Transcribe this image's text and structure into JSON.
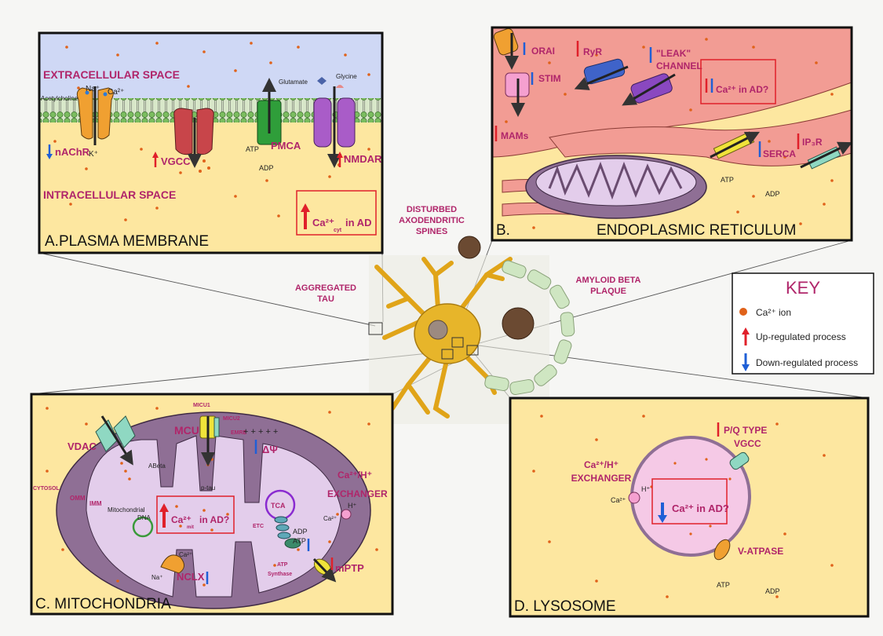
{
  "panels": {
    "a": {
      "title": "A.PLASMA MEMBRANE",
      "extracellular": "EXTRACELLULAR SPACE",
      "intracellular": "INTRACELLULAR SPACE",
      "na": "Na⁺",
      "ca": "Ca²⁺",
      "acetylcholine": "Acetylcholine",
      "k": "K⁺",
      "nachr": "nAChR",
      "vgcc": "VGCC",
      "pmca": "PMCA",
      "atp": "ATP",
      "adp": "ADP",
      "glutamate": "Glutamate",
      "glycine": "Glycine",
      "nmdar": "NMDAR",
      "box_ca": "Ca²⁺",
      "box_sub": "cyt",
      "box_rest": "in AD"
    },
    "b": {
      "title": "ENDOPLASMIC RETICULUM",
      "letter": "B.",
      "orai": "ORAI",
      "stim": "STIM",
      "ryr": "RyR",
      "leak1": "\"LEAK\"",
      "leak2": "CHANNEL",
      "box": "Ca²⁺ in AD?",
      "mams": "MAMs",
      "serca": "SERCA",
      "ip3r": "IP₃R",
      "atp": "ATP",
      "adp": "ADP"
    },
    "c": {
      "title": "C. MITOCHONDRIA",
      "vdac": "VDAC",
      "micu1": "MICU1",
      "micu2": "MICU2",
      "mcu": "MCU",
      "emre": "EMRE",
      "dpsi": "ΔΨ",
      "cytosol": "CYTOSOL",
      "omm": "OMM",
      "imm": "IMM",
      "abeta": "ABeta",
      "ptau": "p-tau",
      "tca": "TCA",
      "exch1": "Ca²⁺/H⁺",
      "exch2": "EXCHANGER",
      "h": "H⁺",
      "ca": "Ca²⁺",
      "mtdna1": "Mitochondrial",
      "mtdna2": "DNA",
      "box_ca": "Ca²⁺",
      "box_sub": "mit",
      "box_rest": "in AD?",
      "etc": "ETC",
      "atp": "ATP",
      "adp": "ADP",
      "atpsyn1": "ATP",
      "atpsyn2": "Synthase",
      "na": "Na⁺",
      "ncx_ca": "Ca²⁺",
      "nclx": "NCLX",
      "mptp": "mPTP"
    },
    "d": {
      "title": "D. LYSOSOME",
      "pq1": "P/Q TYPE",
      "pq2": "VGCC",
      "exch1": "Ca²⁺/H⁺",
      "exch2": "EXCHANGER",
      "ca": "Ca²⁺",
      "h": "H⁺",
      "box": "Ca²⁺ in AD?",
      "vatpase": "V-ATPASE",
      "atp": "ATP",
      "adp": "ADP"
    }
  },
  "neuron": {
    "disturbed1": "DISTURBED",
    "disturbed2": "AXODENDRITIC",
    "disturbed3": "SPINES",
    "tau1": "AGGREGATED",
    "tau2": "TAU",
    "amyloid1": "AMYLOID BETA",
    "amyloid2": "PLAQUE"
  },
  "key": {
    "title": "KEY",
    "ca_ion": "Ca²⁺ ion",
    "up": "Up-regulated process",
    "down": "Down-regulated process"
  },
  "colors": {
    "cytosol": "#fde7a0",
    "extracellular": "#cfd8f5",
    "label": "#b0256a",
    "up_arrow": "#e0202a",
    "down_arrow": "#1f5fd6",
    "ca_dot": "#e0621a",
    "er": "#f29c94",
    "mito_outer": "#8f6f95",
    "mito_inner": "#e3cdeb",
    "lysosome": "#f5c9e6"
  }
}
